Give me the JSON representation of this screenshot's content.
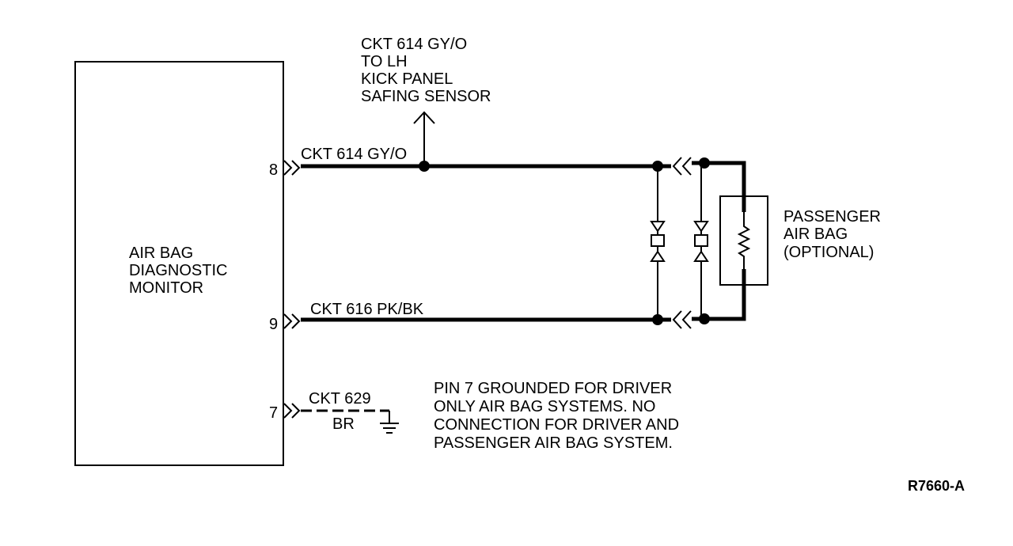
{
  "module": {
    "lines": [
      "AIR BAG",
      "DIAGNOSTIC",
      "MONITOR"
    ]
  },
  "pins": {
    "pin8": "8",
    "pin9": "9",
    "pin7": "7"
  },
  "wires": {
    "ckt614": "CKT 614 GY/O",
    "ckt616": "CKT 616 PK/BK",
    "ckt629": "CKT 629",
    "ckt629_color": "BR"
  },
  "safing_note": {
    "lines": [
      "CKT 614 GY/O",
      "TO LH",
      "KICK PANEL",
      "SAFING SENSOR"
    ]
  },
  "passenger_airbag": {
    "lines": [
      "PASSENGER",
      "AIR BAG",
      "(OPTIONAL)"
    ]
  },
  "pin7_note": {
    "lines": [
      "PIN 7 GROUNDED FOR DRIVER",
      "ONLY AIR BAG SYSTEMS. NO",
      "CONNECTION FOR DRIVER AND",
      "PASSENGER AIR BAG SYSTEM."
    ]
  },
  "reference": "R7660-A"
}
